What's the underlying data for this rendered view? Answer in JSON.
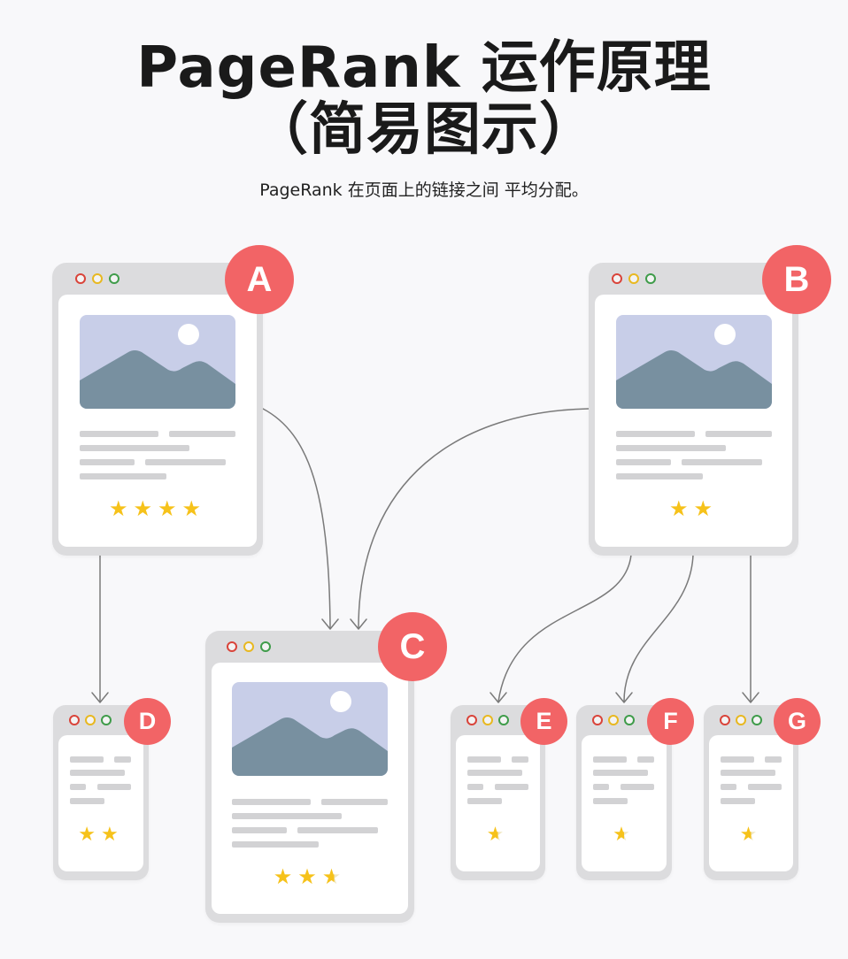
{
  "title": {
    "line1": "PageRank 运作原理",
    "line2": "（简易图示）"
  },
  "subtitle": "PageRank 在页面上的链接之间 平均分配。",
  "colors": {
    "badge": "#f26466",
    "star": "#f6c21a",
    "window_frame": "#dcdcde",
    "image_sky": "#c8cee8",
    "image_mountain": "#7890a0",
    "text_line": "#d2d2d4",
    "arrow": "#7a7a7a"
  },
  "pages": [
    {
      "id": "A",
      "label": "A",
      "size": "large",
      "stars": 4,
      "stars_text": "★★★★"
    },
    {
      "id": "B",
      "label": "B",
      "size": "large",
      "stars": 2,
      "stars_text": "★★"
    },
    {
      "id": "C",
      "label": "C",
      "size": "large",
      "stars": 2.5,
      "stars_text": "★★",
      "half_star": "★"
    },
    {
      "id": "D",
      "label": "D",
      "size": "small",
      "stars": 2,
      "stars_text": "★★"
    },
    {
      "id": "E",
      "label": "E",
      "size": "small",
      "stars": 0.5,
      "half_star": "★"
    },
    {
      "id": "F",
      "label": "F",
      "size": "small",
      "stars": 0.5,
      "half_star": "★"
    },
    {
      "id": "G",
      "label": "G",
      "size": "small",
      "stars": 0.5,
      "half_star": "★"
    }
  ],
  "links": [
    {
      "from": "A",
      "to": "C"
    },
    {
      "from": "A",
      "to": "D"
    },
    {
      "from": "B",
      "to": "C"
    },
    {
      "from": "B",
      "to": "E"
    },
    {
      "from": "B",
      "to": "F"
    },
    {
      "from": "B",
      "to": "G"
    }
  ]
}
